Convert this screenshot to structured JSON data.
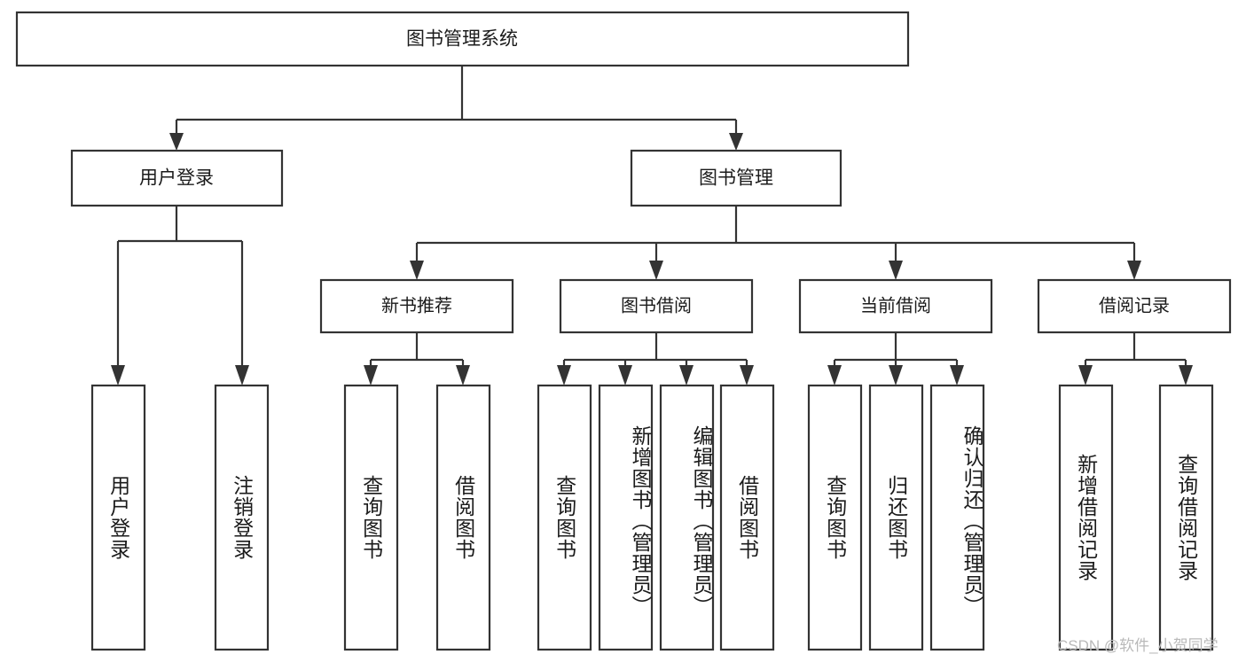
{
  "diagram": {
    "type": "tree-hierarchy-flowchart",
    "title": "图书管理系统",
    "watermark": "CSDN @软件_小贺同学",
    "colors": {
      "box_stroke": "#333333",
      "box_fill": "#ffffff",
      "text": "#1b1b1b",
      "background": "#ffffff",
      "watermark": "#b9b9b9"
    },
    "levels": {
      "root": {
        "label": "图书管理系统"
      },
      "level2": [
        {
          "id": "user-login",
          "label": "用户登录"
        },
        {
          "id": "book-management",
          "label": "图书管理"
        }
      ],
      "level3": [
        {
          "id": "new-book-recommend",
          "label": "新书推荐"
        },
        {
          "id": "book-borrow",
          "label": "图书借阅"
        },
        {
          "id": "current-borrow",
          "label": "当前借阅"
        },
        {
          "id": "borrow-record",
          "label": "借阅记录"
        }
      ],
      "leaves": {
        "user-login": [
          {
            "id": "leaf-user-login",
            "label": "用户登录"
          },
          {
            "id": "leaf-logout",
            "label": "注销登录"
          }
        ],
        "new-book-recommend": [
          {
            "id": "leaf-query-book-1",
            "label": "查询图书"
          },
          {
            "id": "leaf-borrow-book-1",
            "label": "借阅图书"
          }
        ],
        "book-borrow": [
          {
            "id": "leaf-query-book-2",
            "label": "查询图书"
          },
          {
            "id": "leaf-add-book",
            "label": "新增图书（管理员）"
          },
          {
            "id": "leaf-edit-book",
            "label": "编辑图书（管理员）"
          },
          {
            "id": "leaf-borrow-book-2",
            "label": "借阅图书"
          }
        ],
        "current-borrow": [
          {
            "id": "leaf-query-book-3",
            "label": "查询图书"
          },
          {
            "id": "leaf-return-book",
            "label": "归还图书"
          },
          {
            "id": "leaf-confirm-return",
            "label": "确认归还（管理员）"
          }
        ],
        "borrow-record": [
          {
            "id": "leaf-add-record",
            "label": "新增借阅记录"
          },
          {
            "id": "leaf-query-record",
            "label": "查询借阅记录"
          }
        ]
      }
    }
  }
}
